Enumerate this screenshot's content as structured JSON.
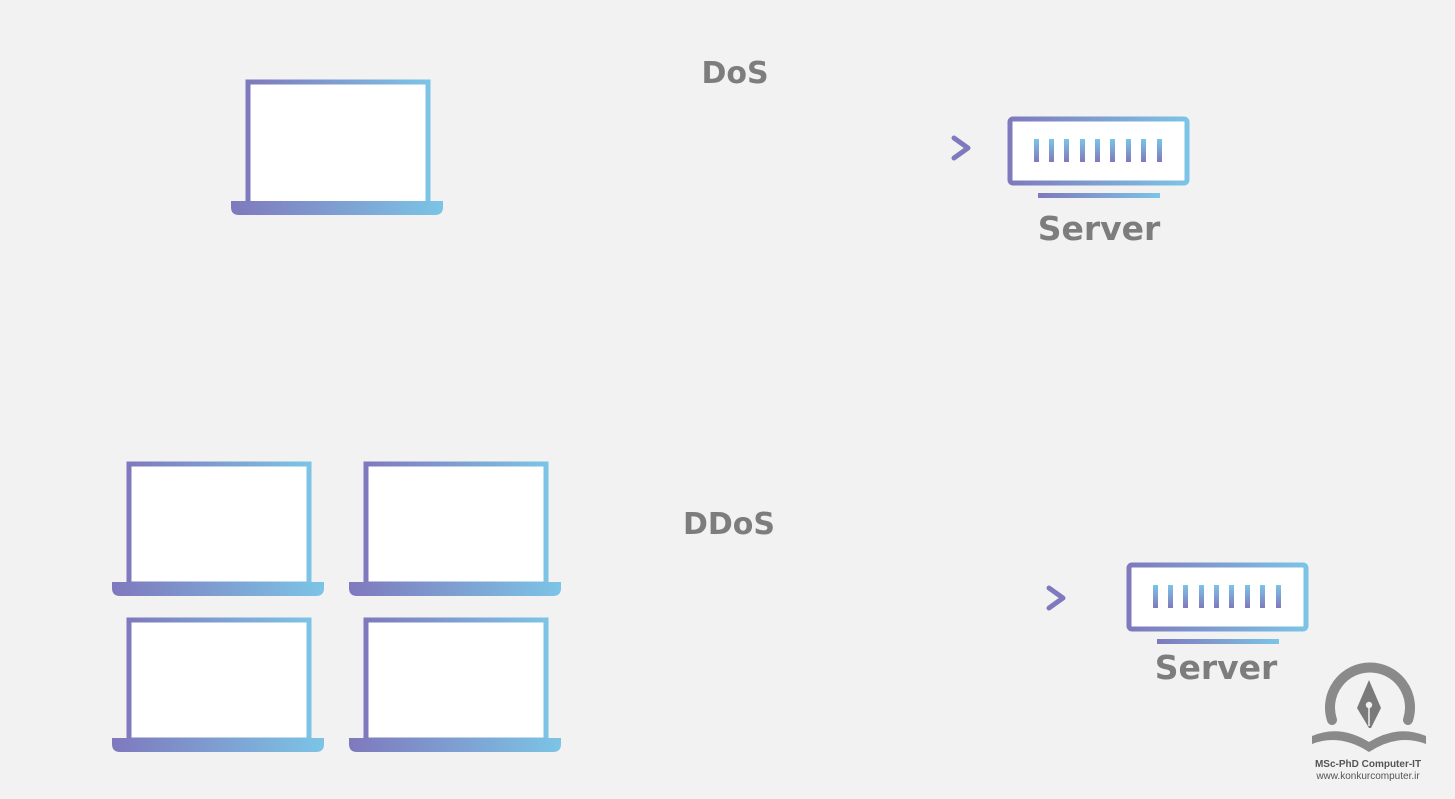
{
  "dos": {
    "label": "DoS",
    "server_label": "Server"
  },
  "ddos": {
    "label": "DDoS",
    "server_label": "Server"
  },
  "logo": {
    "line1": "MSc-PhD Computer-IT",
    "line2": "www.konkurcomputer.ir"
  },
  "colors": {
    "background": "#f2f2f2",
    "gradient_purple": "#7f79bd",
    "gradient_blue": "#7cc4e6",
    "text_gray": "#7d7d7d"
  },
  "icons": {
    "attacker": "laptop-icon",
    "target": "server-icon",
    "direction": "arrow-right-icon",
    "brand": "pen-nib-book-logo"
  }
}
